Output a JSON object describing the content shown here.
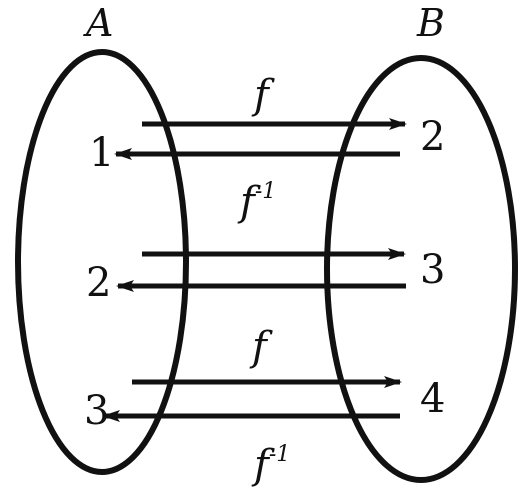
{
  "diagram": {
    "set_a": {
      "label": "A",
      "elements": [
        "1",
        "2",
        "3"
      ]
    },
    "set_b": {
      "label": "B",
      "elements": [
        "2",
        "3",
        "4"
      ]
    },
    "mapping_labels": {
      "forward_top": "f",
      "inverse_top_base": "f",
      "inverse_top_exp": "-1",
      "forward_bottom": "f",
      "inverse_bottom_base": "f",
      "inverse_bottom_exp": "-1"
    },
    "colors": {
      "stroke": "#111111",
      "background": "#ffffff"
    }
  }
}
